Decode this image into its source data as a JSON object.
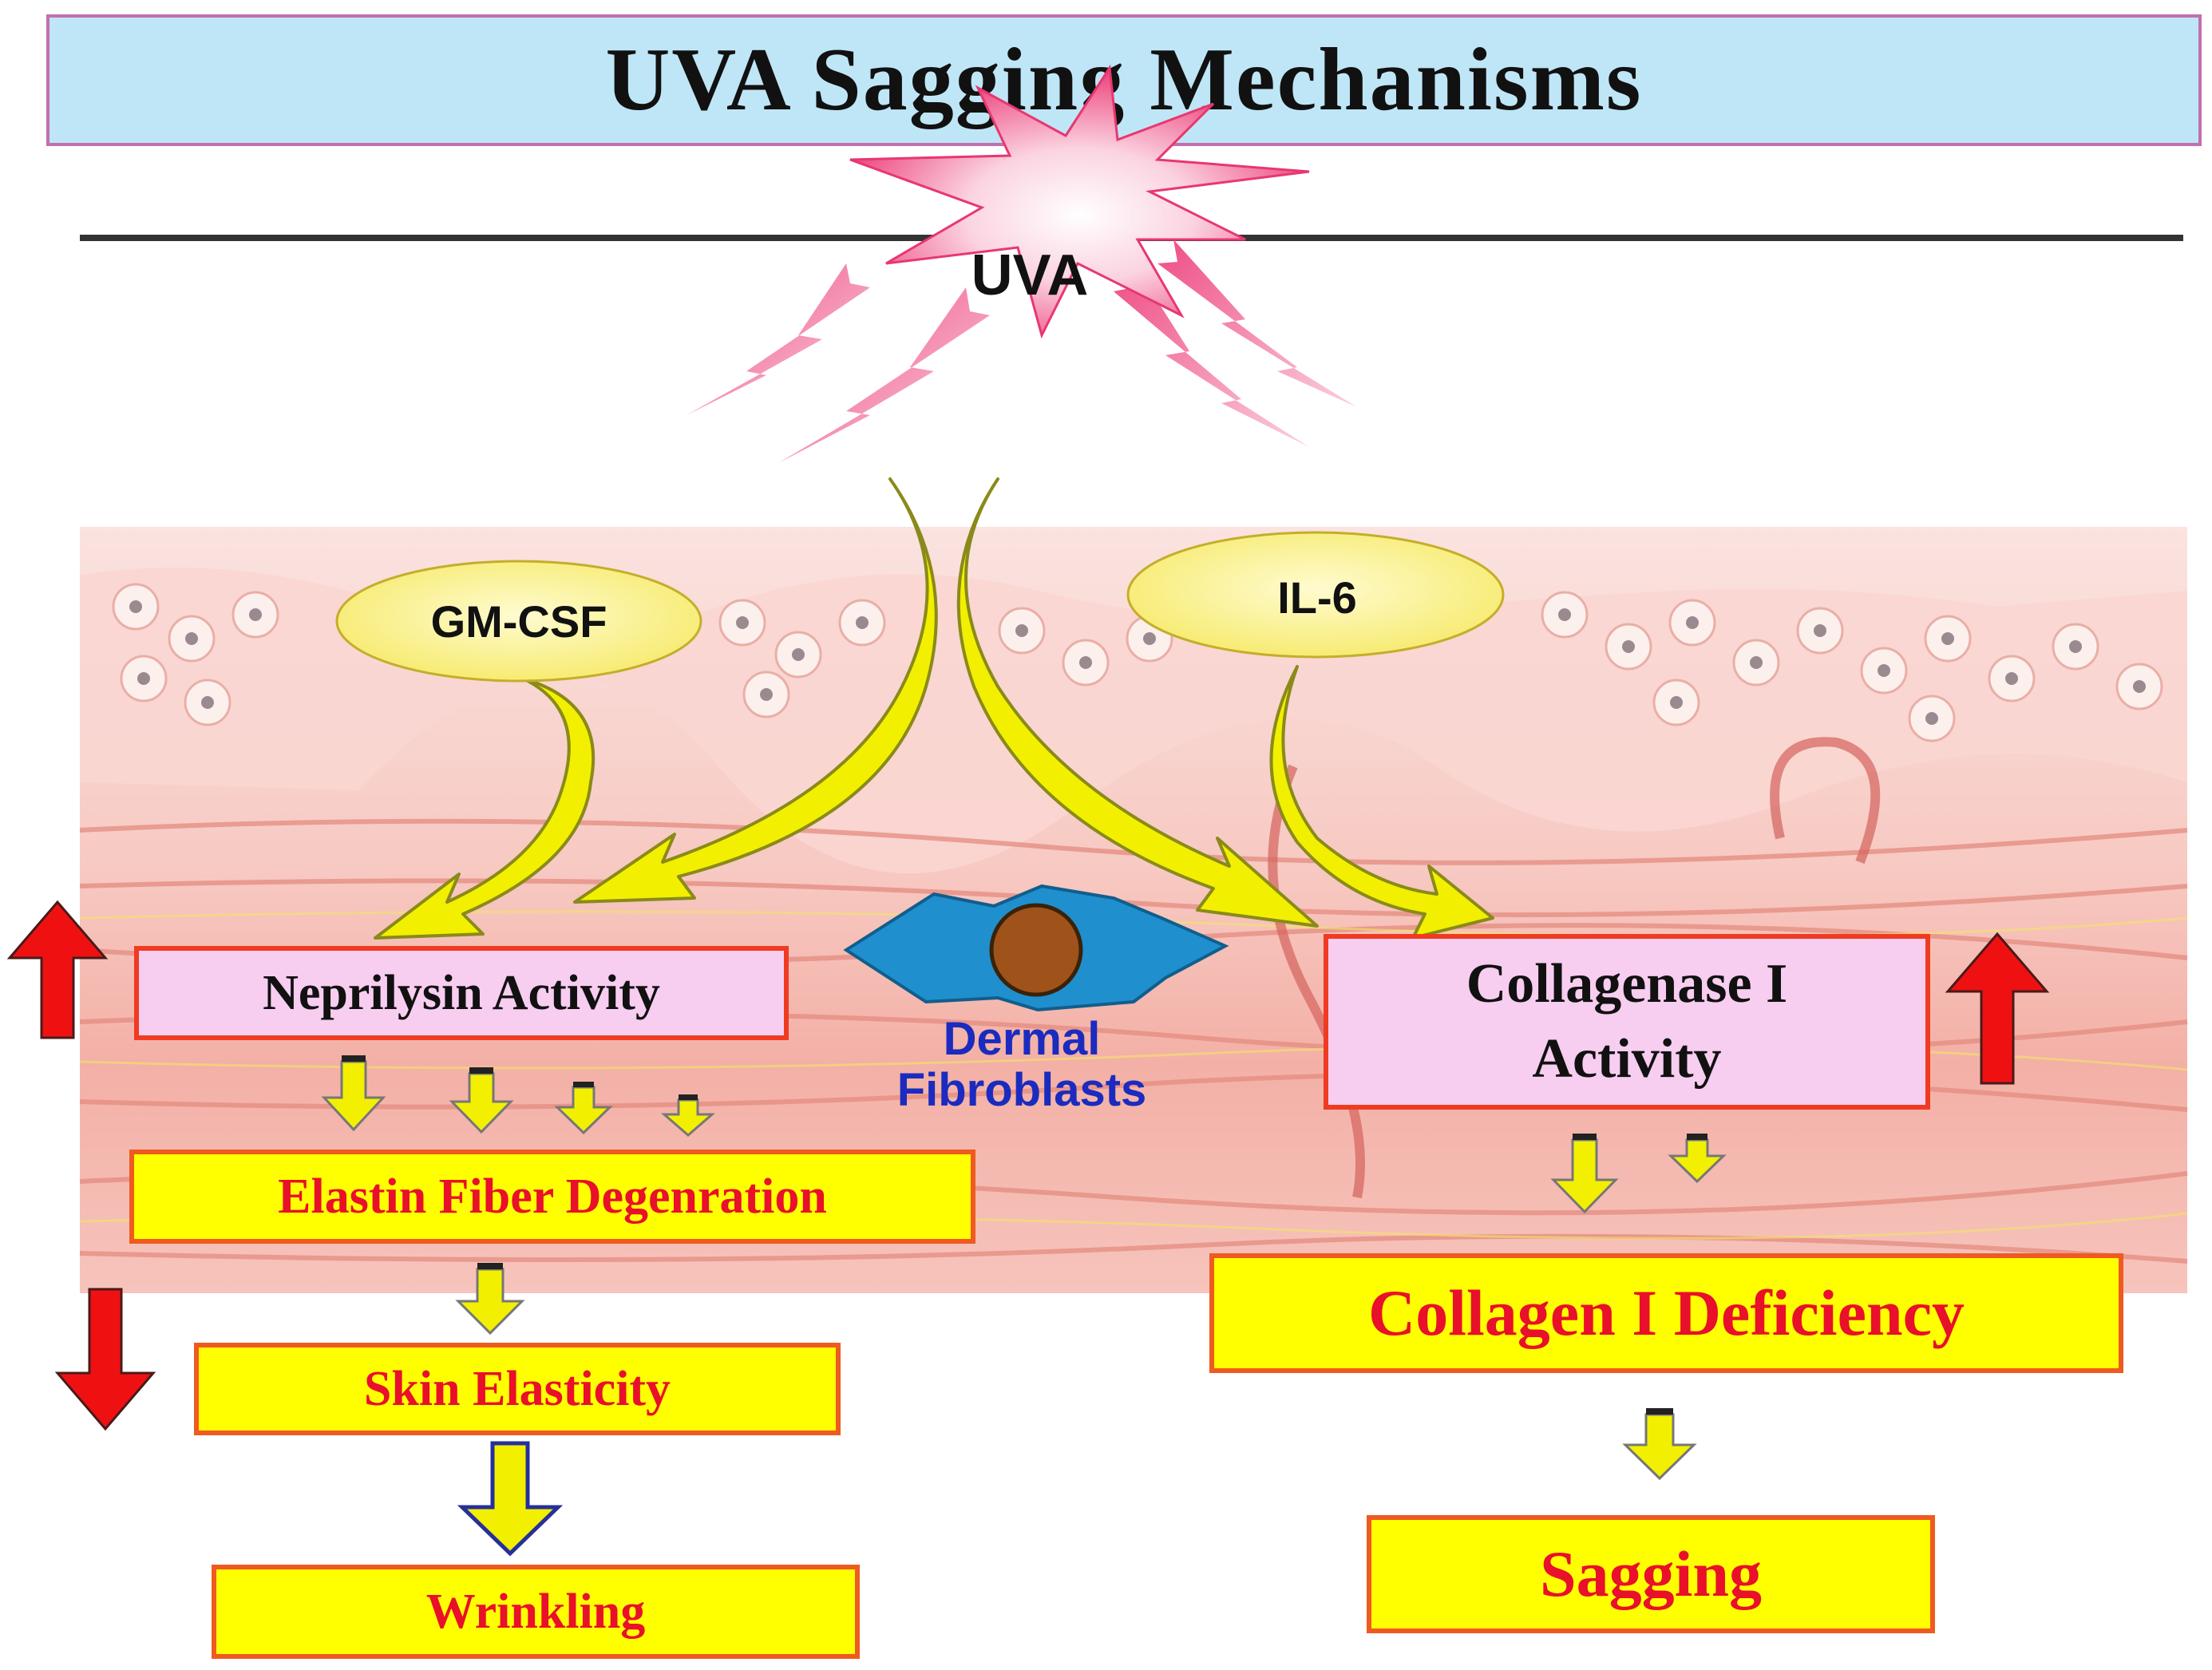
{
  "title": "UVA  Sagging Mechanisms",
  "uva_label": "UVA",
  "mediators": {
    "left": "GM-CSF",
    "right": "IL-6"
  },
  "cell": {
    "label_line1": "Dermal",
    "label_line2": "Fibroblasts"
  },
  "left_pathway": {
    "enzyme": "Neprilysin Activity",
    "step1": "Elastin Fiber Degenration",
    "step2": "Skin Elasticity",
    "step3": "Wrinkling"
  },
  "right_pathway": {
    "enzyme_line1": "Collagenase I",
    "enzyme_line2": "Activity",
    "step1": "Collagen I Deficiency",
    "step2": "Sagging"
  },
  "colors": {
    "title_bg": "#bfe6f6",
    "enzyme_box_bg": "#f7cdf0",
    "result_box_bg": "#ffff00",
    "result_text": "#e8102a",
    "increase_arrow": "#ef1111",
    "decrease_arrow": "#ef1111",
    "mediator_ellipse": "#fdf59a",
    "curved_arrow": "#f2f000",
    "fibroblast_body": "#1f8fce",
    "fibroblast_nucleus": "#a0521b",
    "uva_burst": "#f0568a"
  }
}
